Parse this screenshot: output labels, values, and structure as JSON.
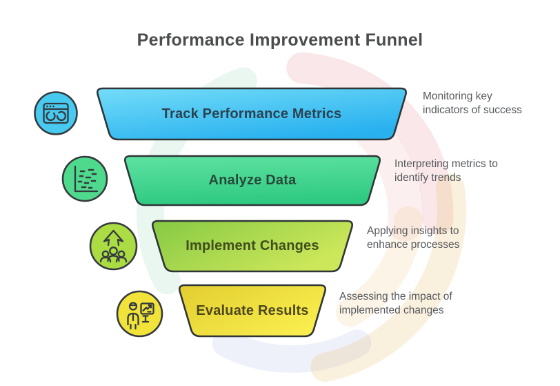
{
  "title": "Performance Improvement Funnel",
  "funnel": {
    "steps": [
      {
        "label": "Track Performance Metrics",
        "description": "Monitoring key indicators of success",
        "desc_lines": [
          "Monitoring key",
          "indicators of success"
        ],
        "icon": "dashboard-window-gauges-icon",
        "color_top": "#74ddf8",
        "color_bottom": "#29b1ef",
        "icon_circle_color": "#47c9f0"
      },
      {
        "label": "Analyze Data",
        "description": "Interpreting metrics to identify trends",
        "desc_lines": [
          "Interpreting metrics to",
          "identify trends"
        ],
        "icon": "scatter-chart-axes-icon",
        "color_top": "#5fe2a1",
        "color_bottom": "#2fca82",
        "icon_circle_color": "#4fd98c"
      },
      {
        "label": "Implement Changes",
        "description": "Applying insights to enhance processes",
        "desc_lines": [
          "Applying insights to",
          "enhance processes"
        ],
        "icon": "growth-arrow-team-icon",
        "color_top": "#86c944",
        "color_bottom": "#cde75a",
        "icon_circle_color": "#abdc44"
      },
      {
        "label": "Evaluate Results",
        "description": "Assessing the impact of implemented changes",
        "desc_lines": [
          "Assessing the impact of",
          "implemented changes"
        ],
        "icon": "presenter-trend-board-icon",
        "color_top": "#e2cd2f",
        "color_bottom": "#f9ee4e",
        "icon_circle_color": "#f1e339"
      }
    ]
  },
  "colors": {
    "bar_border": "#2f3437",
    "icon_stroke": "#353a3e",
    "title_text": "#4a4c4e",
    "description_text": "#56595d",
    "watermark_red": "#e06a75",
    "watermark_green": "#46c183",
    "watermark_blue": "#6b7fd6",
    "watermark_cream": "#e7c47c"
  }
}
